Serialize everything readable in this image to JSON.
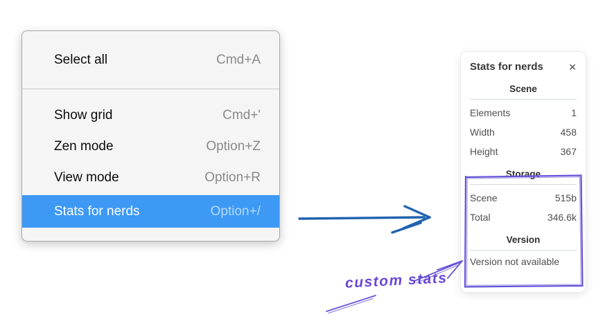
{
  "context_menu": {
    "items": [
      {
        "label": "Select all",
        "shortcut": "Cmd+A",
        "selected": false
      },
      {
        "label": "Show grid",
        "shortcut": "Cmd+'",
        "selected": false
      },
      {
        "label": "Zen mode",
        "shortcut": "Option+Z",
        "selected": false
      },
      {
        "label": "View mode",
        "shortcut": "Option+R",
        "selected": false
      },
      {
        "label": "Stats for nerds",
        "shortcut": "Option+/",
        "selected": true
      }
    ]
  },
  "stats_panel": {
    "title": "Stats for nerds",
    "close_icon": "✕",
    "sections": [
      {
        "heading": "Scene",
        "rows": [
          {
            "label": "Elements",
            "value": "1"
          },
          {
            "label": "Width",
            "value": "458"
          },
          {
            "label": "Height",
            "value": "367"
          }
        ]
      },
      {
        "heading": "Storage",
        "rows": [
          {
            "label": "Scene",
            "value": "515b"
          },
          {
            "label": "Total",
            "value": "346.6k"
          }
        ]
      },
      {
        "heading": "Version",
        "rows": [],
        "note": "Version not available"
      }
    ]
  },
  "annotation": {
    "label": "custom stats"
  },
  "colors": {
    "menu_highlight": "#3d99f4",
    "arrow_blue": "#1f63ae",
    "annotation_purple": "#6553d6"
  }
}
